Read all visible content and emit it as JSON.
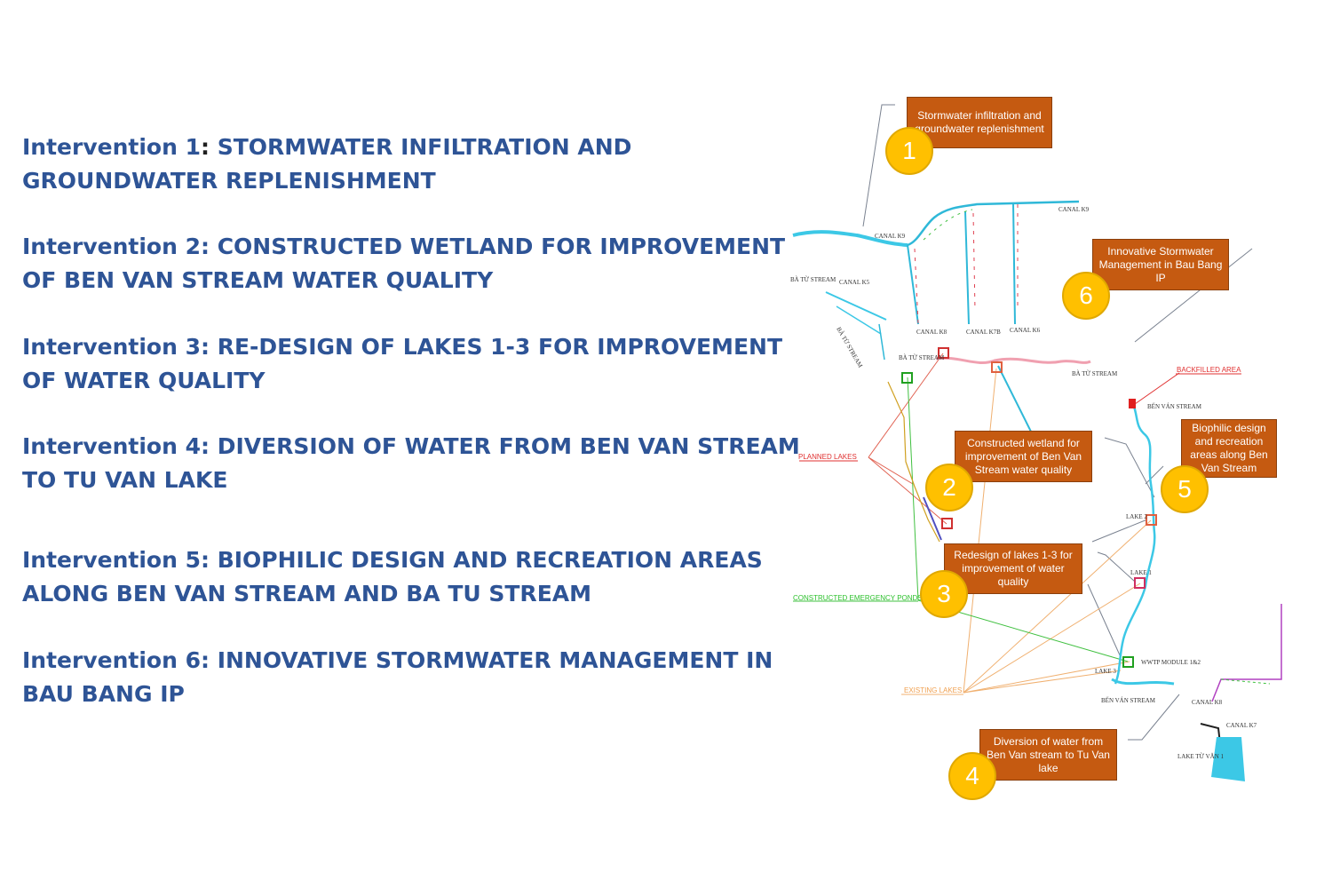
{
  "interventions": [
    {
      "prefix": "Intervention 1",
      "colon": ":",
      "text": " STORMWATER INFILTRATION AND GROUNDWATER REPLENISHMENT"
    },
    {
      "prefix": "Intervention 2",
      "colon": ":",
      "text": " CONSTRUCTED WETLAND FOR IMPROVEMENT OF BEN VAN STREAM WATER QUALITY"
    },
    {
      "prefix": "Intervention 3",
      "colon": ":",
      "text": " RE-DESIGN OF LAKES 1-3 FOR IMPROVEMENT OF WATER QUALITY"
    },
    {
      "prefix": "Intervention 4",
      "colon": ":",
      "text": " DIVERSION OF WATER FROM BEN VAN STREAM TO TU VAN LAKE"
    },
    {
      "prefix": "Intervention 5",
      "colon": ":",
      "text": " BIOPHILIC DESIGN AND RECREATION AREAS ALONG BEN VAN STREAM AND BA TU STREAM"
    },
    {
      "prefix": "Intervention 6",
      "colon": ":",
      "text": " INNOVATIVE STORMWATER MANAGEMENT IN BAU BANG IP"
    }
  ],
  "callouts": [
    {
      "number": "1",
      "text": "Stormwater infiltration and groundwater replenishment"
    },
    {
      "number": "2",
      "text": "Constructed wetland for improvement  of Ben Van Stream water quality"
    },
    {
      "number": "3",
      "text": "Redesign of lakes 1-3 for improvement  of water quality"
    },
    {
      "number": "4",
      "text": "Diversion of water from Ben Van stream to Tu Van lake"
    },
    {
      "number": "5",
      "text": "Biophilic design and recreation areas along Ben Van Stream"
    },
    {
      "number": "6",
      "text": "Innovative Stormwater Management  in Bau Bang IP"
    }
  ],
  "map_labels": {
    "canal_k9_a": "CANAL K9",
    "canal_k9_b": "CANAL K9",
    "canal_k8": "CANAL K8",
    "canal_k7b": "CANAL K7B",
    "canal_k6": "CANAL K6",
    "canal_k5": "CANAL K5",
    "ba_tu_stream_a": "BÀ TỪ STREAM",
    "ba_tu_stream_b": "BÀ TỪ STREAM",
    "ba_tu_stream_c": "BÀ TỪ STREAM",
    "ba_tu_stream_d": "BÀ TỪ STREAM",
    "ben_van_stream_a": "BẾN VÁN STREAM",
    "ben_van_stream_b": "BẾN VÁN STREAM",
    "lake_1": "LAKE 1",
    "lake_2": "LAKE 2",
    "lake_3": "LAKE 3",
    "wwtp": "WWTP MODULE 1&2",
    "canal_k8_b": "CANAL K8",
    "canal_k7": "CANAL K7",
    "lake_tu_van": "LAKE TỪ VĂN 1",
    "backfilled": "BACKFILLED AREA",
    "planned_lakes": "PLANNED LAKES",
    "emergency_ponds": "CONSTRUCTED EMERGENCY PONDS",
    "existing_lakes": "EXISTING LAKES"
  },
  "colors": {
    "heading": "#2e5496",
    "callout_box": "#c55a11",
    "number_circle": "#ffc000",
    "water": "#3cc8e6",
    "red_label": "#e03030",
    "green_label": "#2cc02c",
    "orange_label": "#f0a050"
  }
}
